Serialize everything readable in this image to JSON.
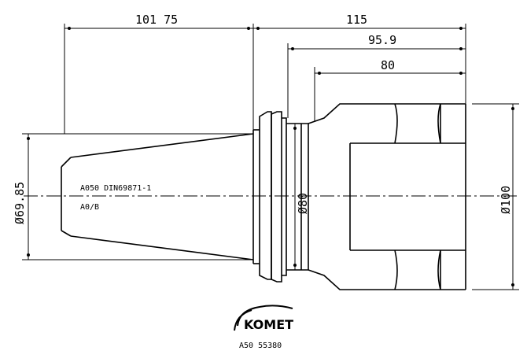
{
  "drawing": {
    "dimensions": {
      "top_left_length": "101 75",
      "overall_length": "115",
      "length_to_collar": "95.9",
      "length_to_body": "80",
      "taper_diameter": "Ø69.85",
      "collar_diameter": "Ø80",
      "body_diameter": "Ø100"
    },
    "notes": {
      "standard": "A050 DIN69871-1",
      "form": "A0/B"
    },
    "logo": {
      "brand": "KOMET",
      "part_number": "A50 55380"
    }
  }
}
